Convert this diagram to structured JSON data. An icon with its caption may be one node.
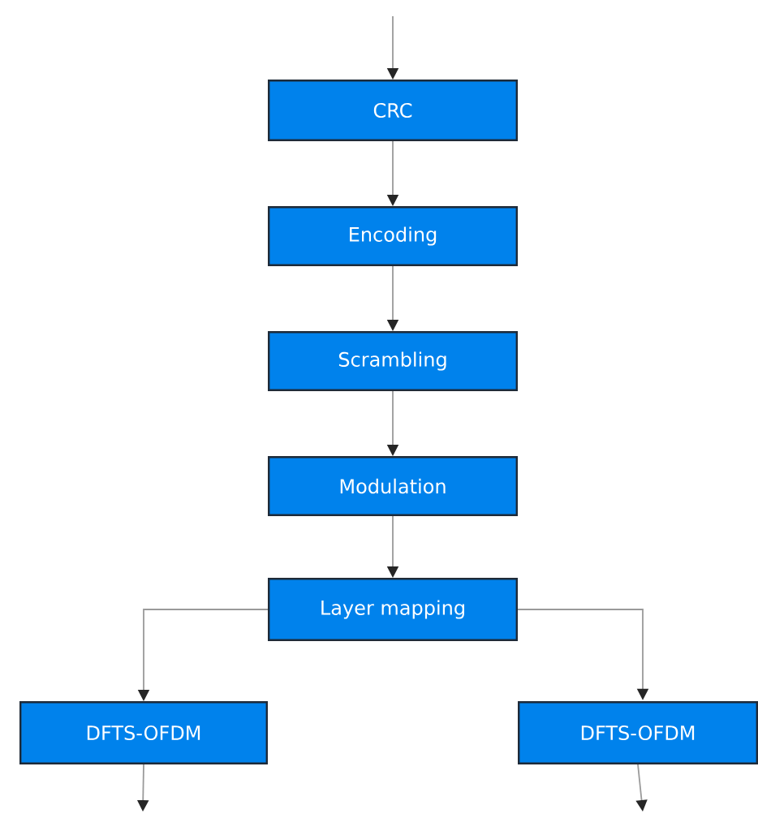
{
  "diagram": {
    "nodes": [
      {
        "text": [
          "CRC"
        ]
      },
      {
        "text": [
          "Encoding"
        ]
      },
      {
        "text": [
          "Scrambling"
        ]
      },
      {
        "text": [
          "Modulation"
        ]
      },
      {
        "text": [
          "Layer mapping"
        ]
      },
      {
        "text": [
          "DFTS-OFDM"
        ]
      },
      {
        "text": [
          "DFTS-OFDM"
        ]
      }
    ],
    "edges": [
      {
        "from": null,
        "to": 0,
        "arrow": "to"
      },
      {
        "from": 0,
        "to": 1,
        "arrow": "to"
      },
      {
        "from": 1,
        "to": 2,
        "arrow": "to"
      },
      {
        "from": 2,
        "to": 3,
        "arrow": "to"
      },
      {
        "from": 3,
        "to": 4,
        "arrow": "to"
      },
      {
        "from": 4,
        "to": 5,
        "arrow": "to"
      },
      {
        "from": 4,
        "to": 6,
        "arrow": "to"
      },
      {
        "from": 5,
        "to": null,
        "arrow": "to"
      },
      {
        "from": 6,
        "to": null,
        "arrow": "to"
      }
    ]
  }
}
